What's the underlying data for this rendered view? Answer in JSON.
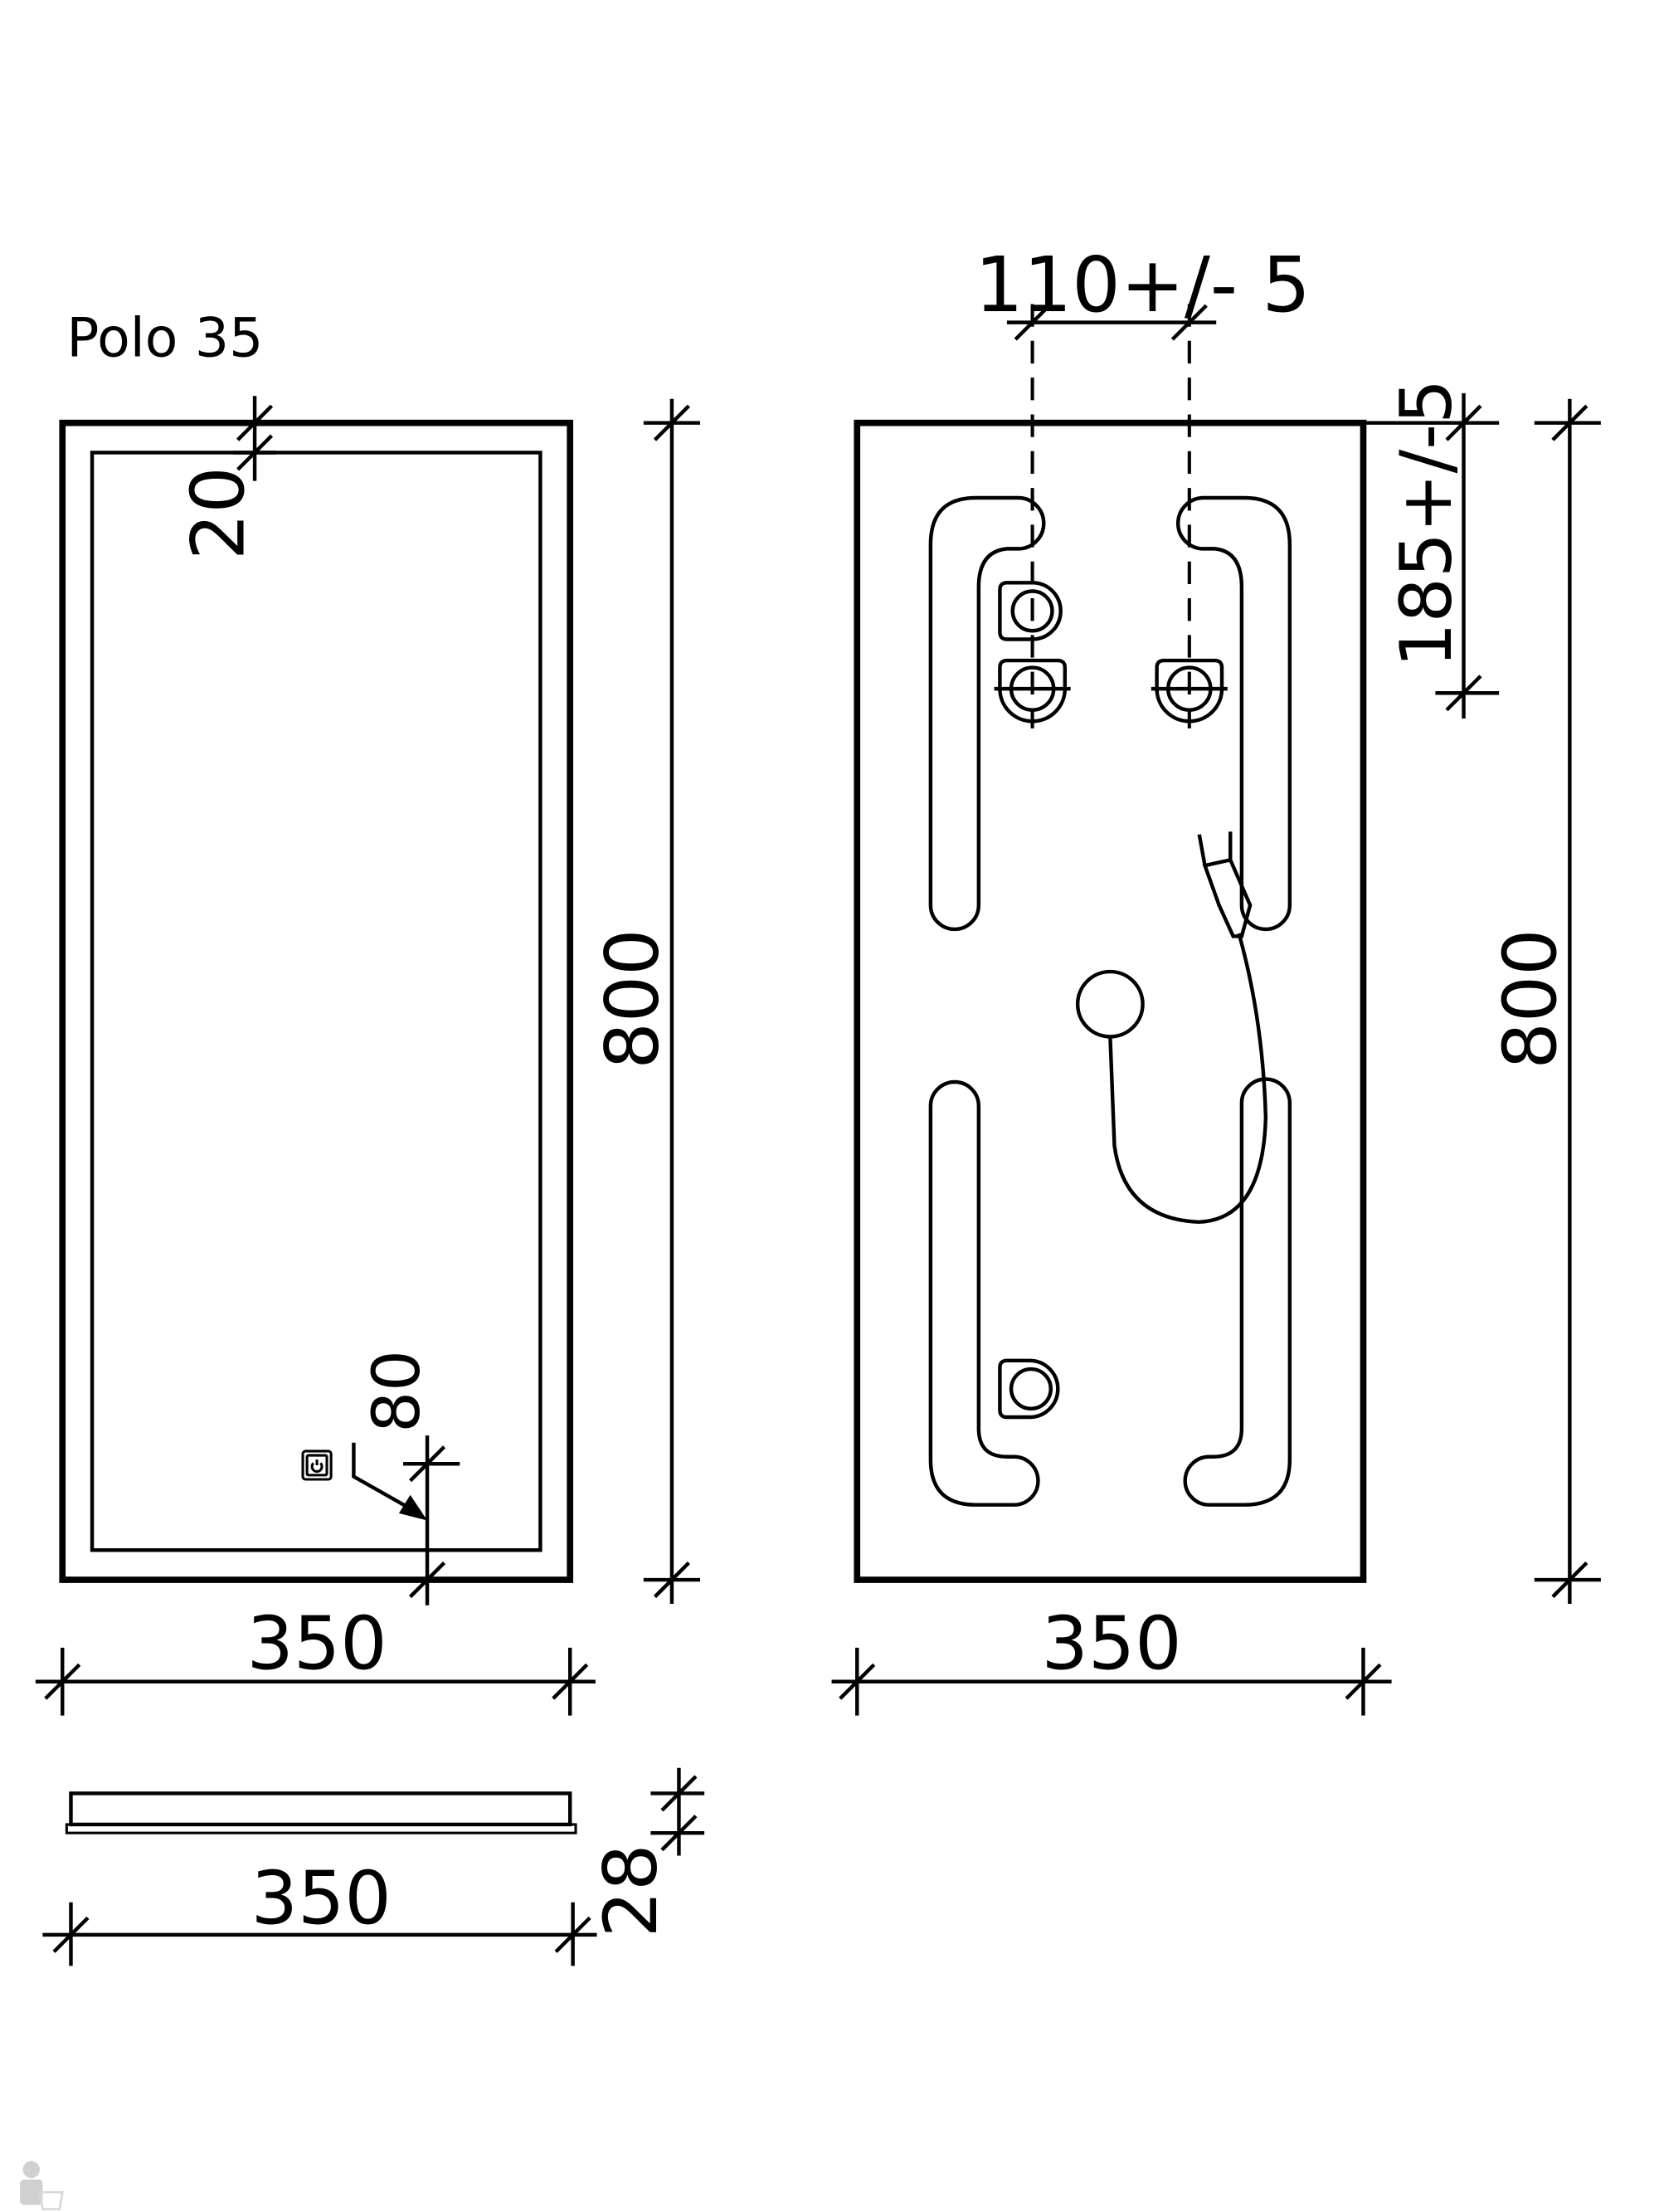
{
  "title": "Polo 35",
  "front_view": {
    "frame_width_label": "20",
    "height_label": "800",
    "width_label": "350",
    "switch_offset_label": "80",
    "switch_icon": "power-icon"
  },
  "side_view": {
    "width_label": "350",
    "depth_label": "28"
  },
  "back_view": {
    "hole_spacing_label": "110+/- 5",
    "hole_offset_label": "185+/-5",
    "height_label": "800",
    "width_label": "350"
  },
  "colors": {
    "line": "#000000",
    "background": "#ffffff",
    "watermark": "#cccccc"
  }
}
